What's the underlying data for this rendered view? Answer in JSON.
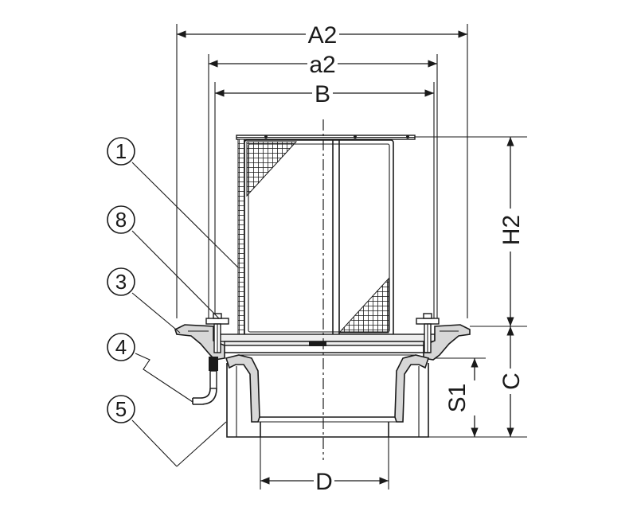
{
  "dimensions": {
    "A2": "A2",
    "a2": "a2",
    "B": "B",
    "H2": "H2",
    "C": "C",
    "S1": "S1",
    "D": "D"
  },
  "callouts": [
    {
      "label": "1"
    },
    {
      "label": "8"
    },
    {
      "label": "3"
    },
    {
      "label": "4"
    },
    {
      "label": "5"
    }
  ],
  "colors": {
    "line": "#1a1a1a",
    "cast_fill": "#d7d7d7",
    "background": "#ffffff"
  }
}
